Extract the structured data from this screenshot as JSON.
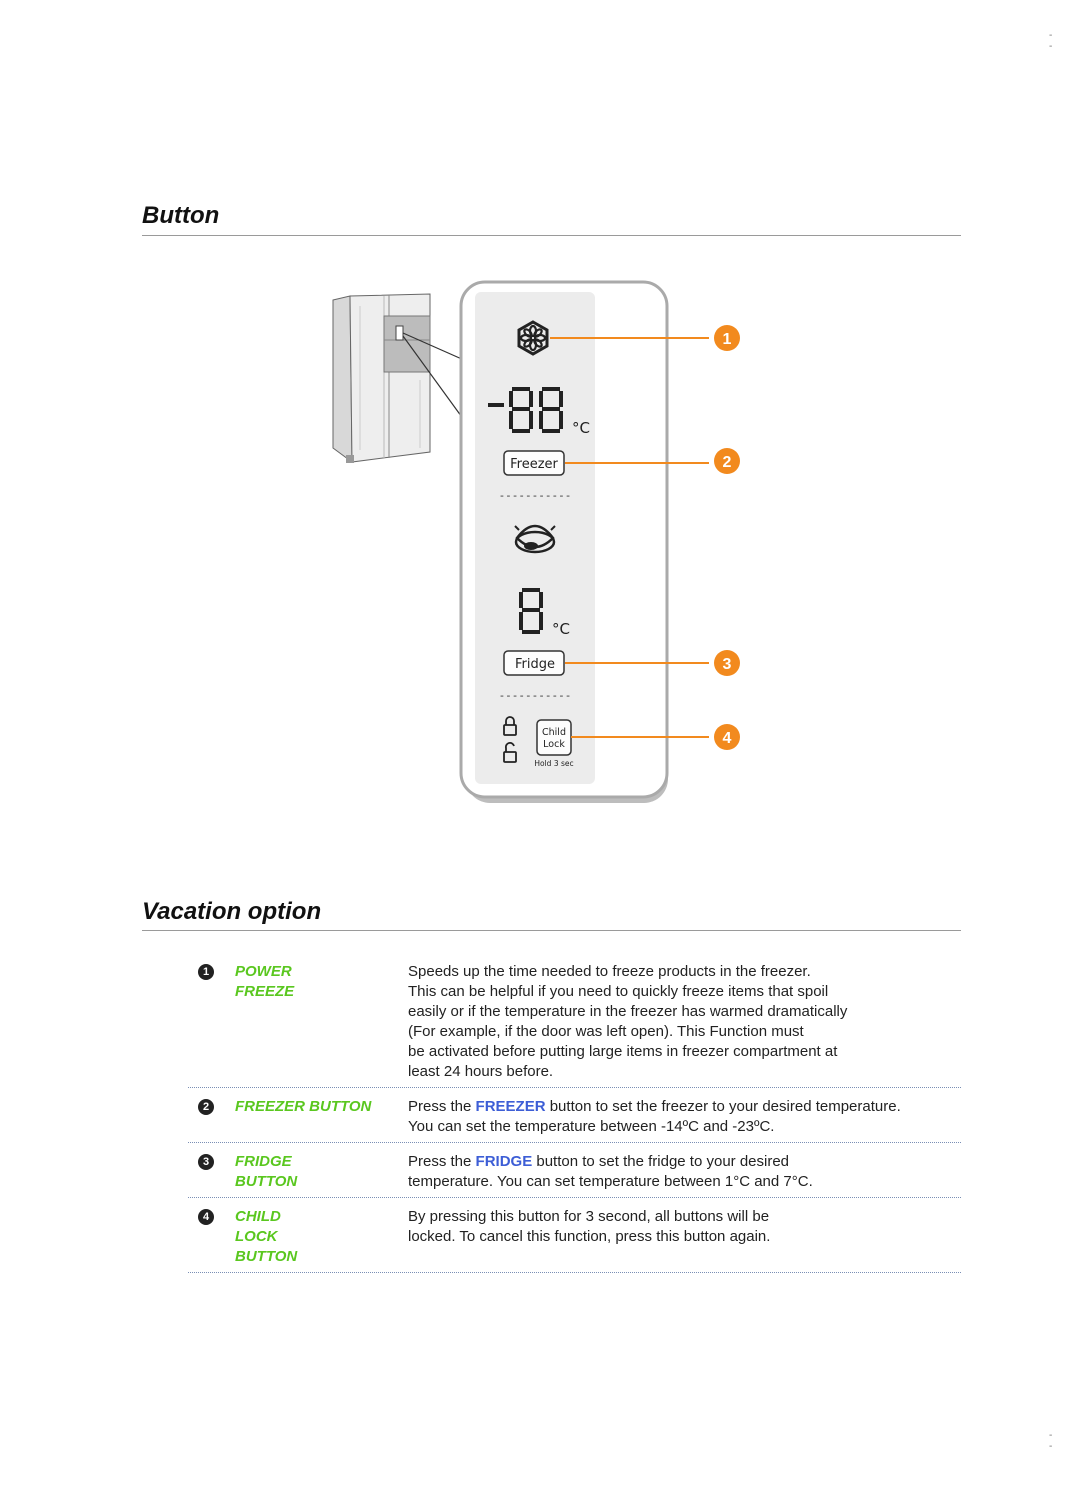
{
  "sections": {
    "button_title": "Button",
    "vacation_title": "Vacation option"
  },
  "panel": {
    "temp_display_top": "-88",
    "unit_top": "°C",
    "freezer_label": "Freezer",
    "temp_display_bottom": "8",
    "unit_bottom": "°C",
    "fridge_label": "Fridge",
    "child_lock_line1": "Child",
    "child_lock_line2": "Lock",
    "hold_label": "Hold 3 sec",
    "dash_row": "-----------",
    "callouts": [
      "1",
      "2",
      "3",
      "4"
    ],
    "accent_color": "#f28a1e"
  },
  "features": [
    {
      "number": "1",
      "label_lines": [
        "POWER",
        "FREEZE"
      ],
      "desc_lines": [
        "Speeds up the time needed to freeze products in the freezer.",
        "This can be helpful if you need to quickly freeze items that spoil",
        "easily or if the temperature in the freezer has warmed dramatically",
        "(For example, if the door was left open). This Function must",
        "be activated before putting large items in freezer compartment at",
        "least 24 hours before."
      ]
    },
    {
      "number": "2",
      "label_lines": [
        "FREEZER BUTTON"
      ],
      "desc_pre": "Press the ",
      "desc_kw": "FREEZER",
      "desc_post": " button to set the freezer to your desired temperature.",
      "desc_line2": "You can set the temperature between -14ºC and -23ºC."
    },
    {
      "number": "3",
      "label_lines": [
        "FRIDGE",
        "BUTTON"
      ],
      "desc_pre": "Press the ",
      "desc_kw": "FRIDGE",
      "desc_post": " button to set the fridge to your desired",
      "desc_line2": "temperature. You can set temperature between 1°C and 7°C."
    },
    {
      "number": "4",
      "label_lines": [
        "CHILD",
        "LOCK",
        "BUTTON"
      ],
      "desc_lines": [
        "By pressing this button for 3 second, all buttons will be",
        "locked. To cancel this function, press this button again."
      ]
    }
  ],
  "colors": {
    "label_green": "#5ac71f",
    "keyword_blue": "#3d5ed6",
    "callout_orange": "#f28a1e"
  }
}
